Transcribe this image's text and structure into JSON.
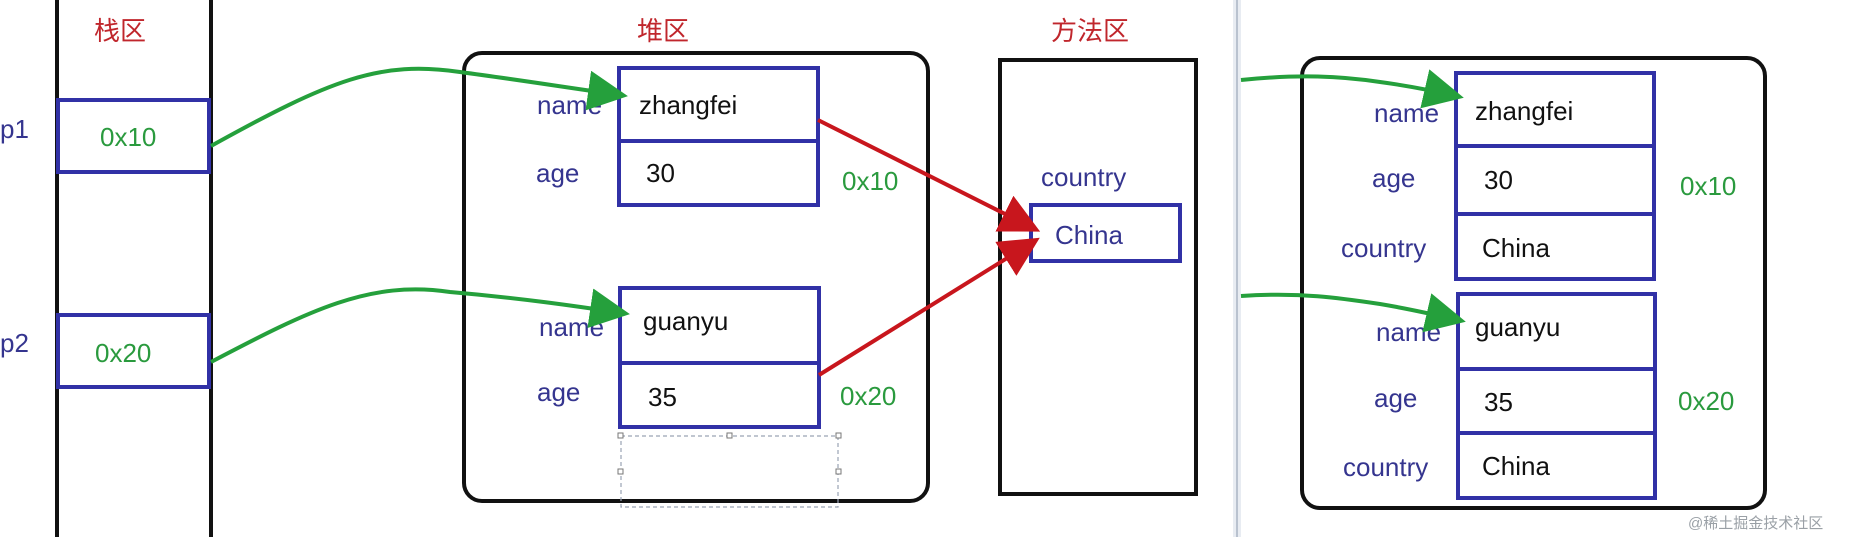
{
  "headers": {
    "stack": "栈区",
    "heap": "堆区",
    "method": "方法区"
  },
  "stack": {
    "p1": {
      "name": "p1",
      "value": "0x10"
    },
    "p2": {
      "name": "p2",
      "value": "0x20"
    }
  },
  "heap": {
    "obj1": {
      "name_label": "name",
      "name_value": "zhangfei",
      "age_label": "age",
      "age_value": "30",
      "address": "0x10"
    },
    "obj2": {
      "name_label": "name",
      "name_value": "guanyu",
      "age_label": "age",
      "age_value": "35",
      "address": "0x20"
    }
  },
  "method_area": {
    "field_label": "country",
    "value": "China"
  },
  "right": {
    "obj1": {
      "name_label": "name",
      "name_value": "zhangfei",
      "age_label": "age",
      "age_value": "30",
      "country_label": "country",
      "country_value": "China",
      "address": "0x10"
    },
    "obj2": {
      "name_label": "name",
      "name_value": "guanyu",
      "age_label": "age",
      "age_value": "35",
      "country_label": "country",
      "country_value": "China",
      "address": "0x20"
    }
  },
  "watermark": "@稀土掘金技术社区",
  "colors": {
    "box_blue": "#3131a6",
    "arrow_green": "#25a03c",
    "arrow_red": "#c8161d",
    "outline_black": "#111111"
  }
}
